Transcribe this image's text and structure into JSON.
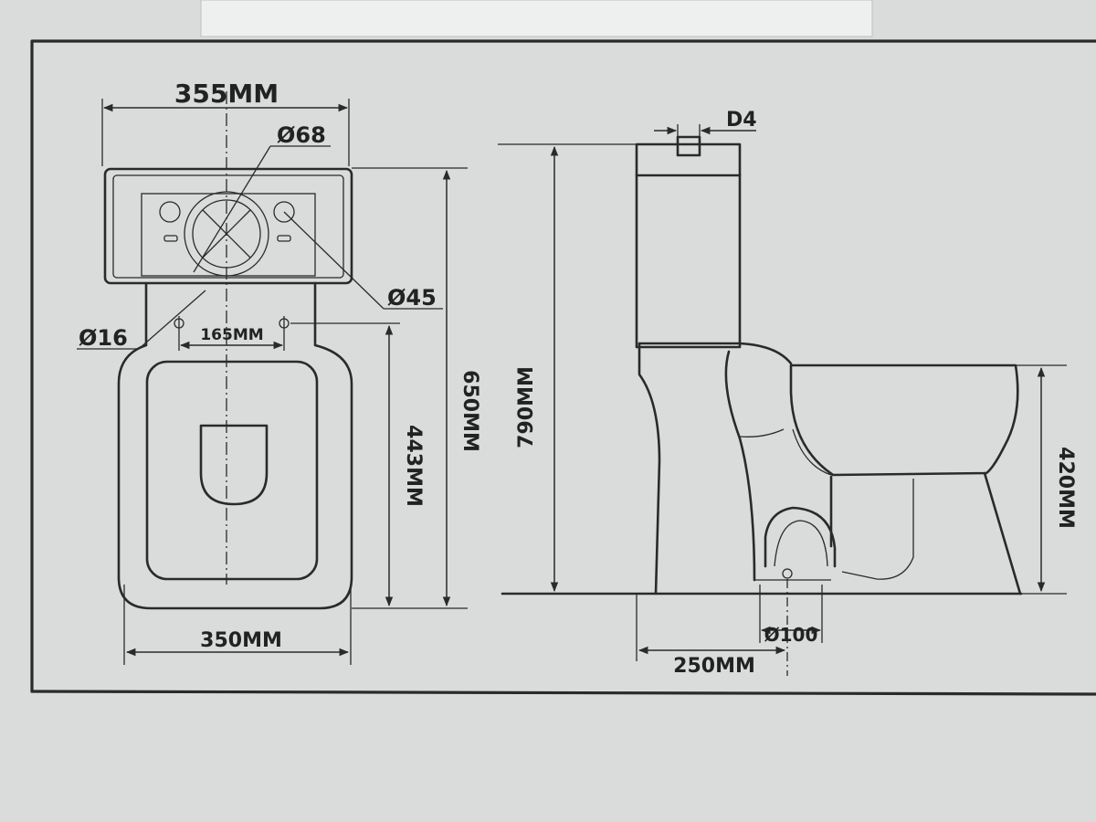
{
  "colors": {
    "paper": "#d9dcdb",
    "line": "#2a2a2a",
    "label_strip": "#eef0ef"
  },
  "top_view": {
    "tank_width": "355MM",
    "flush_hole_diameter": "Ø68",
    "small_hole_diameter": "Ø45",
    "bolt_hole_diameter": "Ø16",
    "bolt_spacing": "165MM",
    "bowl_depth": "443MM",
    "total_depth": "650MM",
    "bowl_width": "350MM"
  },
  "side_view": {
    "button_dimension": "D4",
    "total_height": "790MM",
    "bowl_height": "420MM",
    "outlet_diameter": "Ø100",
    "outlet_offset": "250MM"
  }
}
